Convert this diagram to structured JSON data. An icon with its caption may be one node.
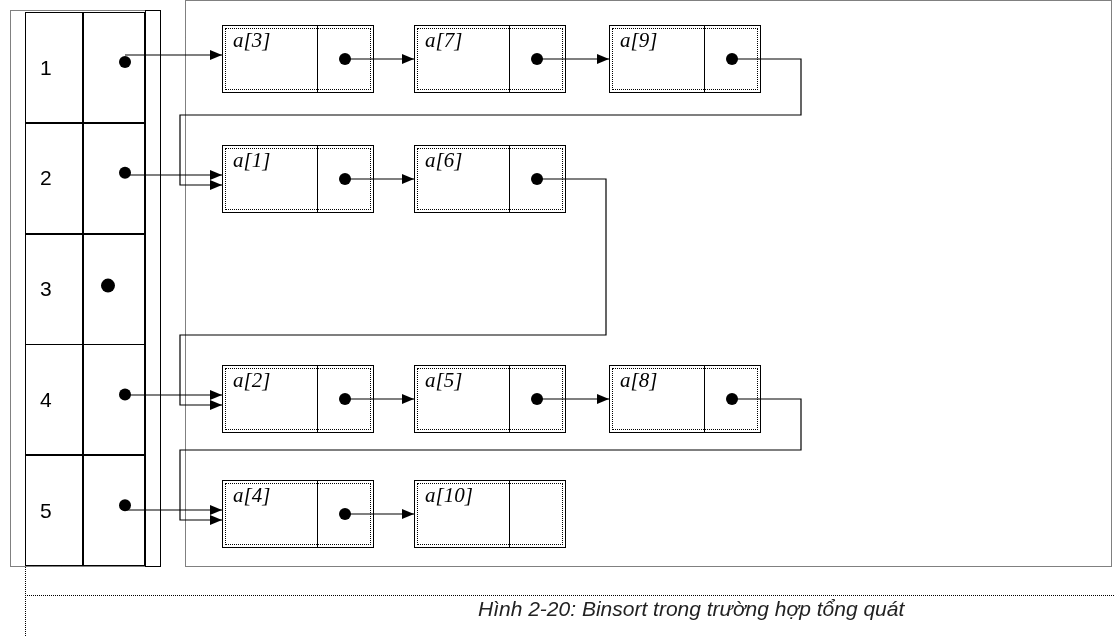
{
  "diagram": {
    "caption": "Hình 2-20: Binsort trong trường hợp tổng quát",
    "nodes": [
      {
        "text": [
          "1"
        ]
      },
      {
        "text": [],
        "shape": "box"
      },
      {
        "text": [
          "2"
        ]
      },
      {
        "text": [],
        "shape": "box"
      },
      {
        "text": [
          "3"
        ]
      },
      {
        "text": [],
        "shape": "box"
      },
      {
        "text": [
          "4"
        ]
      },
      {
        "text": [],
        "shape": "box"
      },
      {
        "text": [
          "5"
        ]
      },
      {
        "text": [],
        "shape": "box"
      },
      {
        "text": [
          "a[3]"
        ]
      },
      {
        "text": [
          "a[7]"
        ]
      },
      {
        "text": [
          "a[9]"
        ]
      },
      {
        "text": [
          "a[1]"
        ]
      },
      {
        "text": [
          "a[6]"
        ]
      },
      {
        "text": [
          "a[2]"
        ]
      },
      {
        "text": [
          "a[5]"
        ]
      },
      {
        "text": [
          "a[8]"
        ]
      },
      {
        "text": [
          "a[4]"
        ]
      },
      {
        "text": [
          "a[10]"
        ]
      }
    ],
    "edges": [
      {
        "from": 1,
        "to": 10,
        "arrow": "to"
      },
      {
        "from": 10,
        "to": 11,
        "arrow": "to"
      },
      {
        "from": 11,
        "to": 12,
        "arrow": "to"
      },
      {
        "from": 12,
        "to": 13,
        "arrow": "to"
      },
      {
        "from": 3,
        "to": 13,
        "arrow": "to"
      },
      {
        "from": 13,
        "to": 14,
        "arrow": "to"
      },
      {
        "from": 14,
        "to": 15,
        "arrow": "to"
      },
      {
        "from": 7,
        "to": 15,
        "arrow": "to"
      },
      {
        "from": 15,
        "to": 16,
        "arrow": "to"
      },
      {
        "from": 16,
        "to": 17,
        "arrow": "to"
      },
      {
        "from": 17,
        "to": 18,
        "arrow": "to"
      },
      {
        "from": 9,
        "to": 18,
        "arrow": "to"
      },
      {
        "from": 18,
        "to": 19,
        "arrow": "to"
      }
    ]
  }
}
